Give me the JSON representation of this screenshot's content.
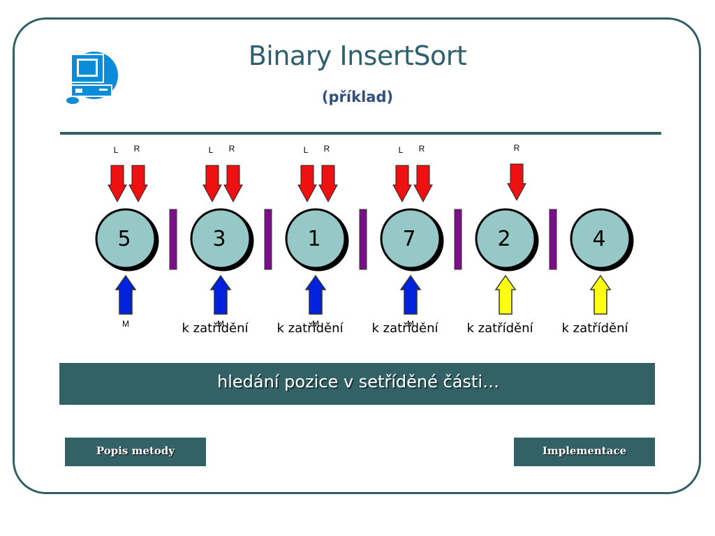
{
  "slide": {
    "title": "Binary InsertSort",
    "subtitle": "(příklad)"
  },
  "diagram": {
    "nodes": [
      {
        "value": "5",
        "top_labels": [
          "L",
          "R"
        ],
        "top_arrows": 2,
        "bottom_arrow_color": "blue",
        "bottom_label": "M",
        "caption": ""
      },
      {
        "value": "3",
        "top_labels": [
          "L",
          "R"
        ],
        "top_arrows": 2,
        "bottom_arrow_color": "blue",
        "bottom_label": "M",
        "caption": "k  zatřídění"
      },
      {
        "value": "1",
        "top_labels": [
          "L",
          "R"
        ],
        "top_arrows": 2,
        "bottom_arrow_color": "blue",
        "bottom_label": "M",
        "caption": "k  zatřídění"
      },
      {
        "value": "7",
        "top_labels": [
          "L",
          "R"
        ],
        "top_arrows": 2,
        "bottom_arrow_color": "blue",
        "bottom_label": "M",
        "caption": "k  zatřídění"
      },
      {
        "value": "2",
        "top_labels": [
          "R"
        ],
        "top_arrows": 1,
        "bottom_arrow_color": "yellow",
        "bottom_label": "",
        "caption": "k  zatřídění"
      },
      {
        "value": "4",
        "top_labels": [],
        "top_arrows": 0,
        "bottom_arrow_color": "yellow",
        "bottom_label": "",
        "caption": "k  zatřídění"
      }
    ],
    "separators": 5
  },
  "banner": {
    "text": "hledání pozice v setříděné části…"
  },
  "nav": {
    "left_label": "Popis metody",
    "right_label": "Implementace"
  },
  "colors": {
    "frame": "#2f5f63",
    "node_fill": "#96c8c8",
    "arrow_red": "#ee1111",
    "arrow_blue": "#0022dd",
    "arrow_yellow": "#ffff11",
    "separator": "#7b0f8a",
    "banner": "#326266"
  },
  "icons": {
    "logo": "computer-icon"
  }
}
